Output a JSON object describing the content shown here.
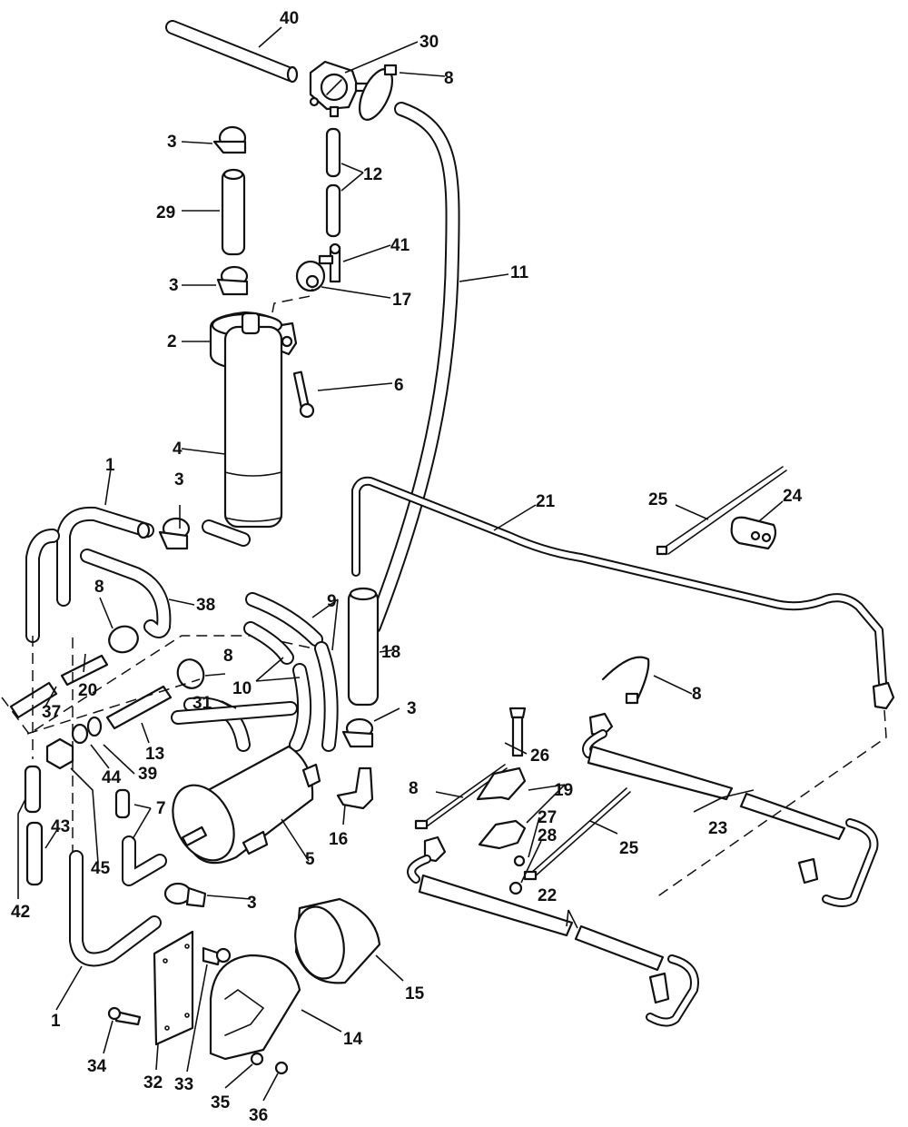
{
  "diagram": {
    "title": "Fuel system exploded parts diagram",
    "style": "black line-art on white",
    "colors": {
      "ink": "#111111",
      "background": "#ffffff"
    },
    "callouts": [
      {
        "id": "c40a",
        "label": "40"
      },
      {
        "id": "c30a",
        "label": "30"
      },
      {
        "id": "c8a",
        "label": "8"
      },
      {
        "id": "c3a",
        "label": "3"
      },
      {
        "id": "c12a",
        "label": "12"
      },
      {
        "id": "c29a",
        "label": "29"
      },
      {
        "id": "c41a",
        "label": "41"
      },
      {
        "id": "c3b",
        "label": "3"
      },
      {
        "id": "c17a",
        "label": "17"
      },
      {
        "id": "c11a",
        "label": "11"
      },
      {
        "id": "c2a",
        "label": "2"
      },
      {
        "id": "c6a",
        "label": "6"
      },
      {
        "id": "c4a",
        "label": "4"
      },
      {
        "id": "c1a",
        "label": "1"
      },
      {
        "id": "c3c",
        "label": "3"
      },
      {
        "id": "c21a",
        "label": "21"
      },
      {
        "id": "c25a",
        "label": "25"
      },
      {
        "id": "c24a",
        "label": "24"
      },
      {
        "id": "c8b",
        "label": "8"
      },
      {
        "id": "c38a",
        "label": "38"
      },
      {
        "id": "c9a",
        "label": "9"
      },
      {
        "id": "c8c",
        "label": "8"
      },
      {
        "id": "c18a",
        "label": "18"
      },
      {
        "id": "c10a",
        "label": "10"
      },
      {
        "id": "c20a",
        "label": "20"
      },
      {
        "id": "c37a",
        "label": "37"
      },
      {
        "id": "c8d",
        "label": "8"
      },
      {
        "id": "c31a",
        "label": "31"
      },
      {
        "id": "c3d",
        "label": "3"
      },
      {
        "id": "c13a",
        "label": "13"
      },
      {
        "id": "c44a",
        "label": "44"
      },
      {
        "id": "c39a",
        "label": "39"
      },
      {
        "id": "c26a",
        "label": "26"
      },
      {
        "id": "c8e",
        "label": "8"
      },
      {
        "id": "c19a",
        "label": "19"
      },
      {
        "id": "c16a",
        "label": "16"
      },
      {
        "id": "c7a",
        "label": "7"
      },
      {
        "id": "c43a",
        "label": "43"
      },
      {
        "id": "c45a",
        "label": "45"
      },
      {
        "id": "c5a",
        "label": "5"
      },
      {
        "id": "c23a",
        "label": "23"
      },
      {
        "id": "c27a",
        "label": "27"
      },
      {
        "id": "c28a",
        "label": "28"
      },
      {
        "id": "c25b",
        "label": "25"
      },
      {
        "id": "c42a",
        "label": "42"
      },
      {
        "id": "c3e",
        "label": "3"
      },
      {
        "id": "c22a",
        "label": "22"
      },
      {
        "id": "c15a",
        "label": "15"
      },
      {
        "id": "c14a",
        "label": "14"
      },
      {
        "id": "c1b",
        "label": "1"
      },
      {
        "id": "c34a",
        "label": "34"
      },
      {
        "id": "c32a",
        "label": "32"
      },
      {
        "id": "c33a",
        "label": "33"
      },
      {
        "id": "c35a",
        "label": "35"
      },
      {
        "id": "c36a",
        "label": "36"
      }
    ]
  }
}
